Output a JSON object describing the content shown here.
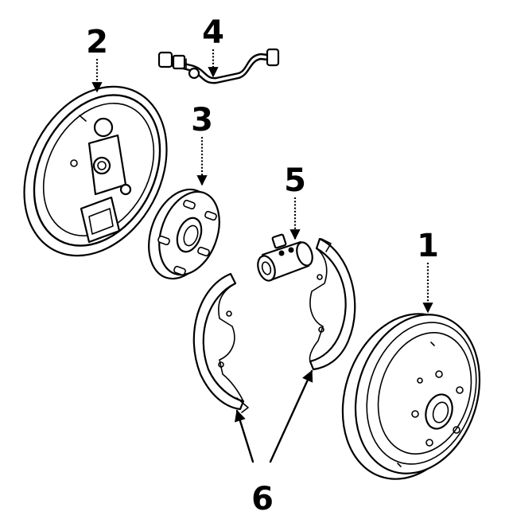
{
  "callouts": [
    {
      "id": "drum",
      "number": "1"
    },
    {
      "id": "backing-plate",
      "number": "2"
    },
    {
      "id": "hub",
      "number": "3"
    },
    {
      "id": "brake-line",
      "number": "4"
    },
    {
      "id": "wheel-cylinder",
      "number": "5"
    },
    {
      "id": "brake-shoes",
      "number": "6"
    }
  ]
}
